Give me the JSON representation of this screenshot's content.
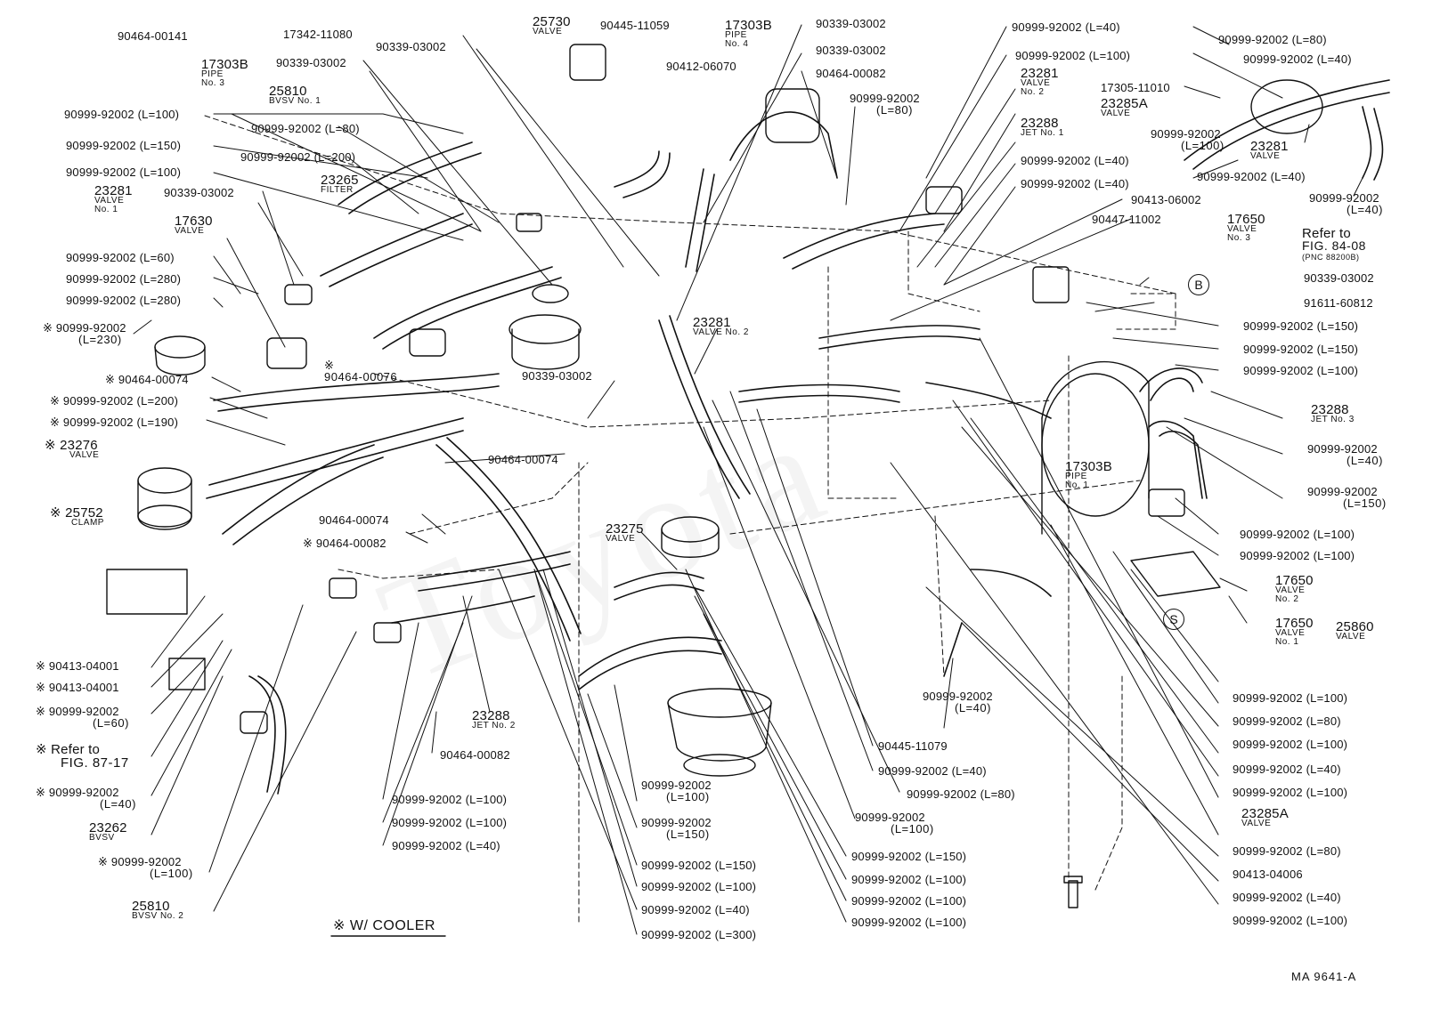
{
  "diagram": {
    "code": "MA 9641-A",
    "cooler_note": "※ W/ COOLER",
    "watermark": "Toyota",
    "colors": {
      "ink": "#111111",
      "background": "#ffffff"
    }
  },
  "labels": {
    "p_90464_00141": "90464-00141",
    "p_17303b_pipe3": "17303B",
    "p_17303b_pipe3_sub": "PIPE",
    "p_17303b_pipe3_sub2": "No. 3",
    "p_25810_bvsv1": "25810",
    "p_25810_bvsv1_sub": "BVSV No. 1",
    "p_l100_a": "90999-92002 (L=100)",
    "p_l150_a": "90999-92002 (L=150)",
    "p_l100_b": "90999-92002 (L=100)",
    "p_l80_a": "90999-92002 (L=80)",
    "p_l200_a": "90999-92002 (L=200)",
    "p_23265": "23265",
    "p_23265_sub": "FILTER",
    "p_23281_v1": "23281",
    "p_23281_v1_sub": "VALVE",
    "p_23281_v1_sub2": "No. 1",
    "p_90339_03002_a": "90339-03002",
    "p_17630": "17630",
    "p_17630_sub": "VALVE",
    "p_l60_a": "90999-92002 (L=60)",
    "p_l280_a": "90999-92002 (L=280)",
    "p_l280_b": "90999-92002 (L=280)",
    "p_l230": "※ 90999-92002",
    "p_l230_sub": "(L=230)",
    "p_90464_00074_a": "※ 90464-00074",
    "p_l200_b": "※ 90999-92002 (L=200)",
    "p_l190": "※ 90999-92002 (L=190)",
    "p_23276": "※ 23276",
    "p_23276_sub": "VALVE",
    "p_25752": "※ 25752",
    "p_25752_sub": "CLAMP",
    "p_90413_04001_a": "※ 90413-04001",
    "p_90413_04001_b": "※ 90413-04001",
    "p_l60_b": "※ 90999-92002",
    "p_l60_b_sub": "(L=60)",
    "p_refer_87": "※  Refer to",
    "p_refer_87_sub": "FIG. 87-17",
    "p_l40_a": "※ 90999-92002",
    "p_l40_a_sub": "(L=40)",
    "p_23262": "23262",
    "p_23262_sub": "BVSV",
    "p_l100_c": "※ 90999-92002",
    "p_l100_c_sub": "(L=100)",
    "p_25810_bvsv2": "25810",
    "p_25810_bvsv2_sub": "BVSV No. 2",
    "p_17342": "17342-11080",
    "p_90339_03002_b": "90339-03002",
    "p_90339_03002_c": "90339-03002",
    "p_25730": "25730",
    "p_25730_sub": "VALVE",
    "p_90445_11059": "90445-11059",
    "p_90412_06070": "90412-06070",
    "p_17303b_pipe4": "17303B",
    "p_17303b_pipe4_sub": "PIPE",
    "p_17303b_pipe4_sub2": "No. 4",
    "p_90339_03002_d": "90339-03002",
    "p_90339_03002_e": "90339-03002",
    "p_90464_00082_a": "90464-00082",
    "p_l80_b": "90999-92002",
    "p_l80_b_sub": "(L=80)",
    "p_90464_00076": "※",
    "p_90464_00076_sub": "90464-00076",
    "p_90339_03002_f": "90339-03002",
    "p_23281_v2b": "23281",
    "p_23281_v2b_sub": "VALVE No. 2",
    "p_90464_00074_b": "90464-00074",
    "p_90464_00074_c": "90464-00074",
    "p_90464_00082_b": "※ 90464-00082",
    "p_23275": "23275",
    "p_23275_sub": "VALVE",
    "p_23288_jet2": "23288",
    "p_23288_jet2_sub": "JET No. 2",
    "p_90464_00082_c": "90464-00082",
    "p_l100_d": "90999-92002 (L=100)",
    "p_l100_e": "90999-92002 (L=100)",
    "p_l40_b": "90999-92002 (L=40)",
    "p_l100_f": "90999-92002",
    "p_l100_f_sub": "(L=100)",
    "p_l150_b": "90999-92002",
    "p_l150_b_sub": "(L=150)",
    "p_l150_c": "90999-92002 (L=150)",
    "p_l100_g": "90999-92002 (L=100)",
    "p_l40_c": "90999-92002 (L=40)",
    "p_l300": "90999-92002 (L=300)",
    "p_90445_11079": "90445-11079",
    "p_l40_d": "90999-92002 (L=40)",
    "p_l80_c": "90999-92002 (L=80)",
    "p_l100_h": "90999-92002",
    "p_l100_h_sub": "(L=100)",
    "p_l150_d": "90999-92002 (L=150)",
    "p_l100_i": "90999-92002 (L=100)",
    "p_l100_j": "90999-92002 (L=100)",
    "p_l100_k": "90999-92002 (L=100)",
    "p_l40_e": "90999-92002",
    "p_l40_e_sub": "(L=40)",
    "p_l40_top": "90999-92002 (L=40)",
    "p_l100_top": "90999-92002 (L=100)",
    "p_23281_v2": "23281",
    "p_23281_v2_sub": "VALVE",
    "p_23281_v2_sub2": "No. 2",
    "p_23285a": "23285A",
    "p_23285a_sub": "VALVE",
    "p_23288_jet1": "23288",
    "p_23288_jet1_sub": "JET No. 1",
    "p_l40_f": "90999-92002 (L=40)",
    "p_l40_g": "90999-92002 (L=40)",
    "p_90413_06002": "90413-06002",
    "p_90447_11002": "90447-11002",
    "p_l80_tr": "90999-92002 (L=80)",
    "p_l40_tr": "90999-92002 (L=40)",
    "p_17305": "17305-11010",
    "p_l100_tr": "90999-92002",
    "p_l100_tr_sub": "(L=100)",
    "p_23281_v_r": "23281",
    "p_23281_v_r_sub": "VALVE",
    "p_l40_tr2": "90999-92002 (L=40)",
    "p_l40_tr3": "90999-92002",
    "p_l40_tr3_sub": "(L=40)",
    "p_17650_v3": "17650",
    "p_17650_v3_sub": "VALVE",
    "p_17650_v3_sub2": "No. 3",
    "p_refer_84": "Refer to",
    "p_refer_84_sub": "FIG. 84-08",
    "p_refer_84_sub2": "(PNC 88200B)",
    "p_90339_03002_g": "90339-03002",
    "p_91611": "91611-60812",
    "p_l150_e": "90999-92002 (L=150)",
    "p_l150_f": "90999-92002 (L=150)",
    "p_l100_l": "90999-92002 (L=100)",
    "p_23288_jet3": "23288",
    "p_23288_jet3_sub": "JET No. 3",
    "p_l40_h": "90999-92002",
    "p_l40_h_sub": "(L=40)",
    "p_l150_g": "90999-92002",
    "p_l150_g_sub": "(L=150)",
    "p_17303b_pipe1": "17303B",
    "p_17303b_pipe1_sub": "PIPE",
    "p_17303b_pipe1_sub2": "No. 1",
    "p_l100_m": "90999-92002 (L=100)",
    "p_l100_n": "90999-92002 (L=100)",
    "p_17650_v2": "17650",
    "p_17650_v2_sub": "VALVE",
    "p_17650_v2_sub2": "No. 2",
    "p_17650_v1": "17650",
    "p_17650_v1_sub": "VALVE",
    "p_17650_v1_sub2": "No. 1",
    "p_25860": "25860",
    "p_25860_sub": "VALVE",
    "p_l100_o": "90999-92002 (L=100)",
    "p_l80_d": "90999-92002 (L=80)",
    "p_l100_p": "90999-92002 (L=100)",
    "p_l40_i": "90999-92002 (L=40)",
    "p_l100_q": "90999-92002 (L=100)",
    "p_23285a_b": "23285A",
    "p_23285a_b_sub": "VALVE",
    "p_l80_e": "90999-92002 (L=80)",
    "p_90413_04006": "90413-04006",
    "p_l40_j": "90999-92002 (L=40)",
    "p_l100_r": "90999-92002 (L=100)",
    "circle_b": "B",
    "circle_s": "S"
  }
}
